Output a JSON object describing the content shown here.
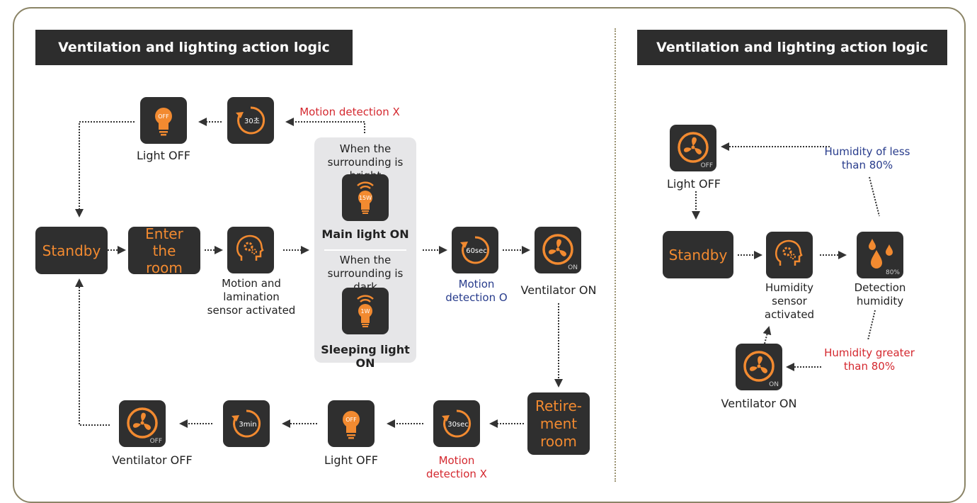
{
  "left": {
    "title": "Ventilation and lighting action logic",
    "standby": "Standby",
    "enter_room": "Enter the room",
    "sensor_label": "Motion and lamination sensor activated",
    "bright_label": "When the surrounding is bright",
    "main_light": "Main light ON",
    "dark_label": "When the surrounding is dark",
    "sleeping_light": "Sleeping light ON",
    "motion_detection_o": "Motion detection O",
    "ventilator_on": "Ventilator ON",
    "motion_detection_x_top": "Motion detection X",
    "light_off_top": "Light OFF",
    "retirement_room": "Retire- ment room",
    "motion_detection_x_bottom": "Motion detection X",
    "light_off_bottom": "Light OFF",
    "ventilator_off": "Ventilator OFF",
    "tags": {
      "off": "OFF",
      "timer_30": "30초",
      "w15": "15W",
      "w1": "1W",
      "sec60": "60sec",
      "on": "ON",
      "sec30": "30sec",
      "min3": "3min"
    }
  },
  "right": {
    "title": "Ventilation and lighting action logic",
    "light_off": "Light OFF",
    "standby": "Standby",
    "humidity_sensor": "Humidity sensor activated",
    "detection_humidity": "Detection humidity",
    "humidity_less": "Humidity of less than 80%",
    "humidity_greater": "Humidity greater than 80%",
    "ventilator_on": "Ventilator ON",
    "tags": {
      "off": "OFF",
      "pct80": "80%",
      "on": "ON"
    }
  },
  "colors": {
    "accent": "#f28a30",
    "tile": "#2f2f2f",
    "red": "#d4282f",
    "blue": "#283c8c",
    "frame": "#8b8466"
  },
  "icons": [
    "bulb-icon",
    "timer-icon",
    "fan-icon",
    "head-gear-icon",
    "droplets-icon",
    "wifi-bulb-icon"
  ]
}
